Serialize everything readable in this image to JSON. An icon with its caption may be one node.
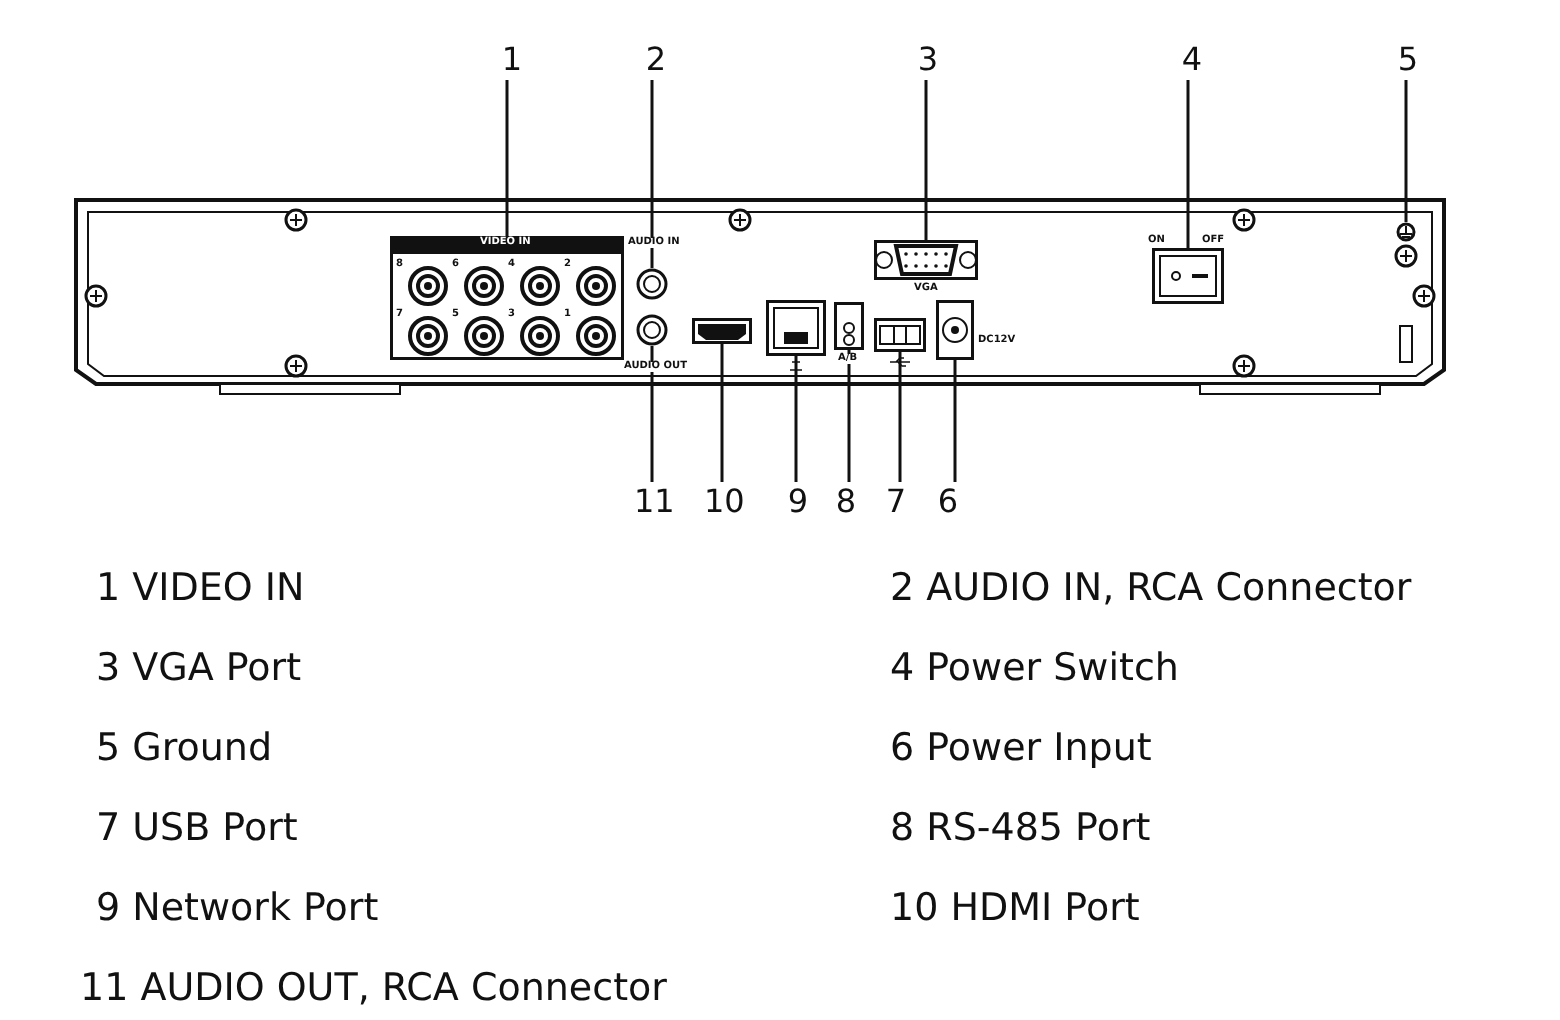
{
  "diagram": {
    "nodes": [
      {
        "text": [
          "1"
        ]
      },
      {
        "text": [
          "2"
        ]
      },
      {
        "text": [
          "3"
        ]
      },
      {
        "text": [
          "4"
        ]
      },
      {
        "text": [
          "5"
        ]
      },
      {
        "text": [
          "11"
        ]
      },
      {
        "text": [
          "10"
        ]
      },
      {
        "text": [
          "9"
        ]
      },
      {
        "text": [
          "8"
        ]
      },
      {
        "text": [
          "7"
        ]
      },
      {
        "text": [
          "6"
        ]
      },
      {
        "text": [],
        "shape": "box"
      },
      {
        "text": [],
        "shape": "circle"
      },
      {
        "text": [],
        "shape": "box",
        "beside": [
          "VGA"
        ]
      },
      {
        "text": [],
        "shape": "box",
        "beside": [
          "ON",
          "OFF"
        ]
      },
      {
        "text": [],
        "shape": "circle"
      },
      {
        "text": [],
        "shape": "circle"
      },
      {
        "text": [],
        "shape": "box"
      },
      {
        "text": [],
        "shape": "box"
      },
      {
        "text": [],
        "shape": "box",
        "beside": [
          "A/B"
        ]
      },
      {
        "text": [],
        "shape": "box"
      },
      {
        "text": [],
        "shape": "box",
        "beside": [
          "DC12V"
        ]
      }
    ],
    "edges": [
      {
        "from": 0,
        "to": 11,
        "arrow": "none"
      },
      {
        "from": 1,
        "to": 12,
        "arrow": "none"
      },
      {
        "from": 2,
        "to": 13,
        "arrow": "none"
      },
      {
        "from": 3,
        "to": 14,
        "arrow": "none"
      },
      {
        "from": 4,
        "to": 15,
        "arrow": "none"
      },
      {
        "from": 5,
        "to": 16,
        "arrow": "none"
      },
      {
        "from": 6,
        "to": 17,
        "arrow": "none"
      },
      {
        "from": 7,
        "to": 18,
        "arrow": "none"
      },
      {
        "from": 8,
        "to": 19,
        "arrow": "none"
      },
      {
        "from": 9,
        "to": 20,
        "arrow": "none"
      },
      {
        "from": 10,
        "to": 21,
        "arrow": "none"
      }
    ],
    "labels": [
      "VIDEO IN",
      "AUDIO IN",
      "8",
      "6",
      "4",
      "2",
      "7",
      "5",
      "3",
      "1",
      "AUDIO OUT",
      "1 VIDEO IN",
      "2 AUDIO IN, RCA Connector",
      "3 VGA Port",
      "4 Power Switch",
      "5 Ground",
      "6 Power Input",
      "7 USB Port",
      "8 RS-485 Port",
      "9 Network Port",
      "10 HDMI Port",
      "11 AUDIO OUT, RCA Connector"
    ]
  }
}
